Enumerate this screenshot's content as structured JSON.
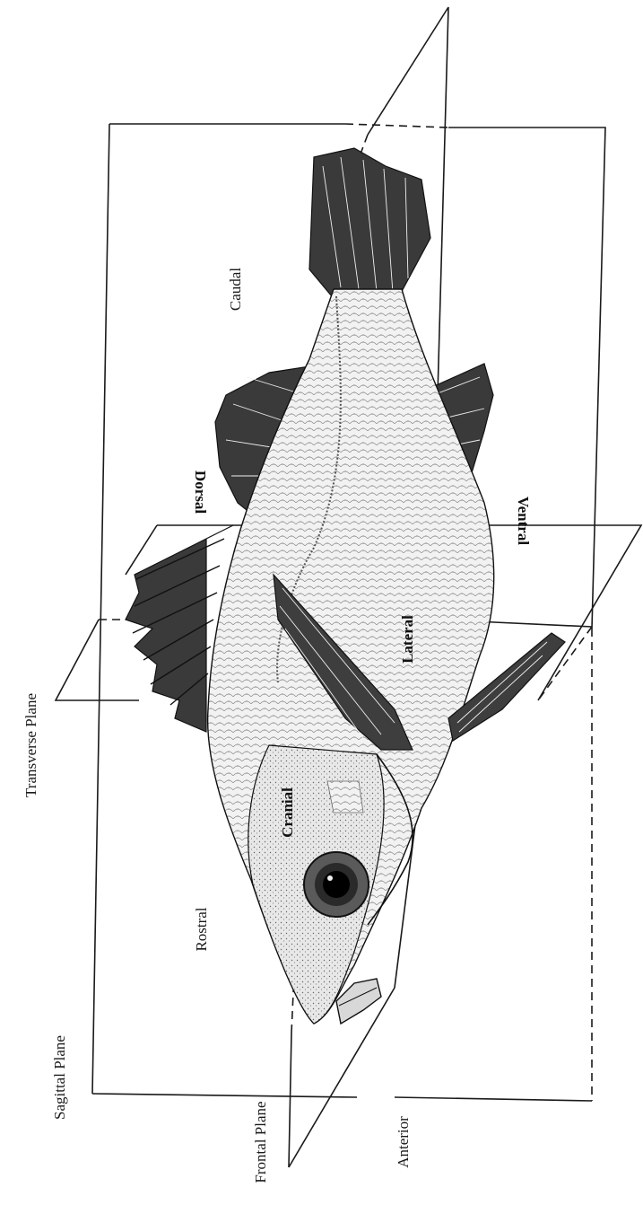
{
  "labels": {
    "transverse_plane": "Transverse Plane",
    "sagittal_plane": "Sagittal Plane",
    "frontal_plane": "Frontal Plane",
    "anterior": "Anterior",
    "rostral": "Rostral",
    "caudal": "Caudal",
    "dorsal": "Dorsal",
    "ventral": "Ventral",
    "lateral": "Lateral",
    "cranial": "Cranial"
  },
  "colors": {
    "ink": "#1a1a1a",
    "body_fill": "#efefef",
    "fin_fill": "#3a3a3a",
    "background": "#ffffff"
  }
}
